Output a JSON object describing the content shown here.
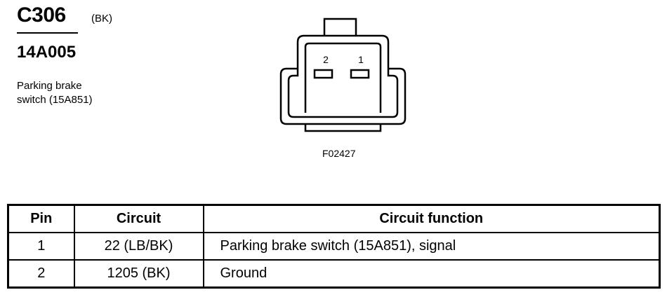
{
  "connector": {
    "id": "C306",
    "color": "(BK)",
    "part_number": "14A005",
    "description_lines": [
      "Parking brake",
      "switch (15A851)"
    ],
    "drawing_ref": "F02427",
    "pin_labels": [
      "2",
      "1"
    ]
  },
  "table": {
    "headers": [
      "Pin",
      "Circuit",
      "Circuit function"
    ],
    "rows": [
      [
        "1",
        "22 (LB/BK)",
        "Parking brake switch (15A851), signal"
      ],
      [
        "2",
        "1205 (BK)",
        "Ground"
      ]
    ]
  }
}
